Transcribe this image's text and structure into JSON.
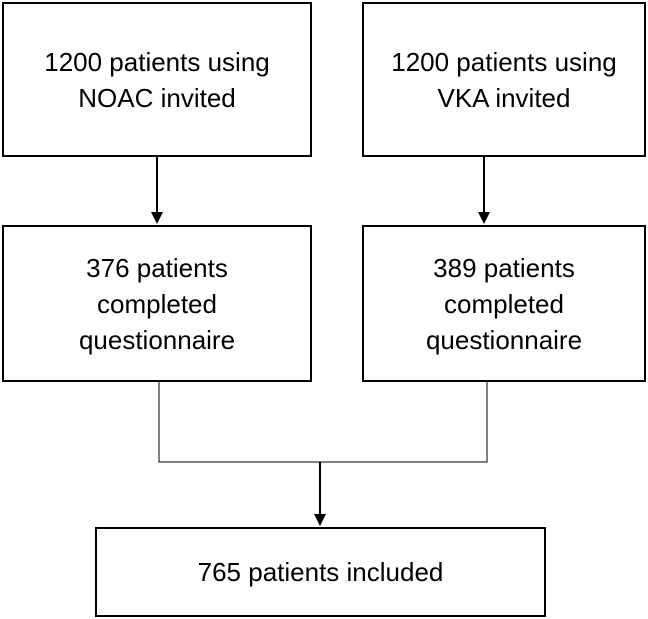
{
  "flow": {
    "noac_invited": {
      "line1": "1200 patients using",
      "line2": "NOAC invited"
    },
    "vka_invited": {
      "line1": "1200 patients using",
      "line2": "VKA invited"
    },
    "noac_completed": {
      "line1": "376 patients",
      "line2": "completed",
      "line3": "questionnaire"
    },
    "vka_completed": {
      "line1": "389 patients",
      "line2": "completed",
      "line3": "questionnaire"
    },
    "included": {
      "line1": "765 patients included"
    }
  },
  "colors": {
    "stroke": "#000000",
    "background": "#ffffff"
  }
}
